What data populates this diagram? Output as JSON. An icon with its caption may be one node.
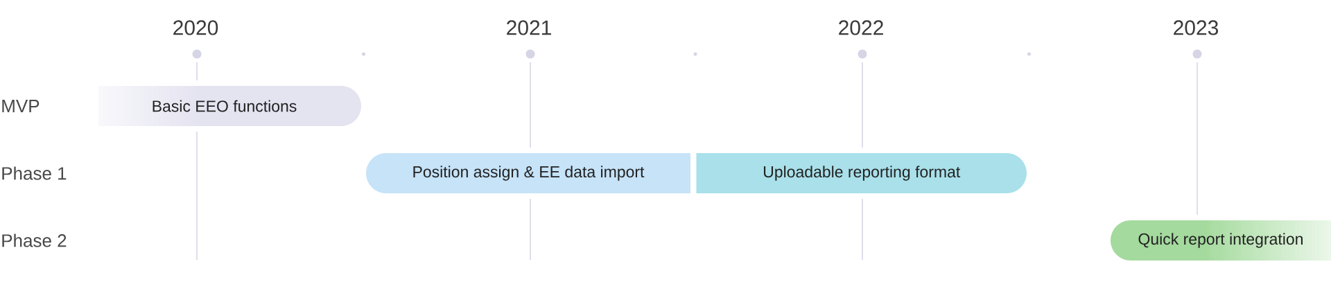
{
  "diagram": {
    "nodes": [
      {
        "text": [
          "Basic EEO functions"
        ]
      },
      {
        "text": [
          "Position assign & EE data import"
        ]
      },
      {
        "text": [
          "Uploadable reporting format"
        ]
      },
      {
        "text": [
          "Quick report integration"
        ]
      }
    ],
    "labels": [
      "2020",
      "2021",
      "2022",
      "2023",
      "MVP",
      "Phase 1",
      "Phase 2"
    ]
  }
}
